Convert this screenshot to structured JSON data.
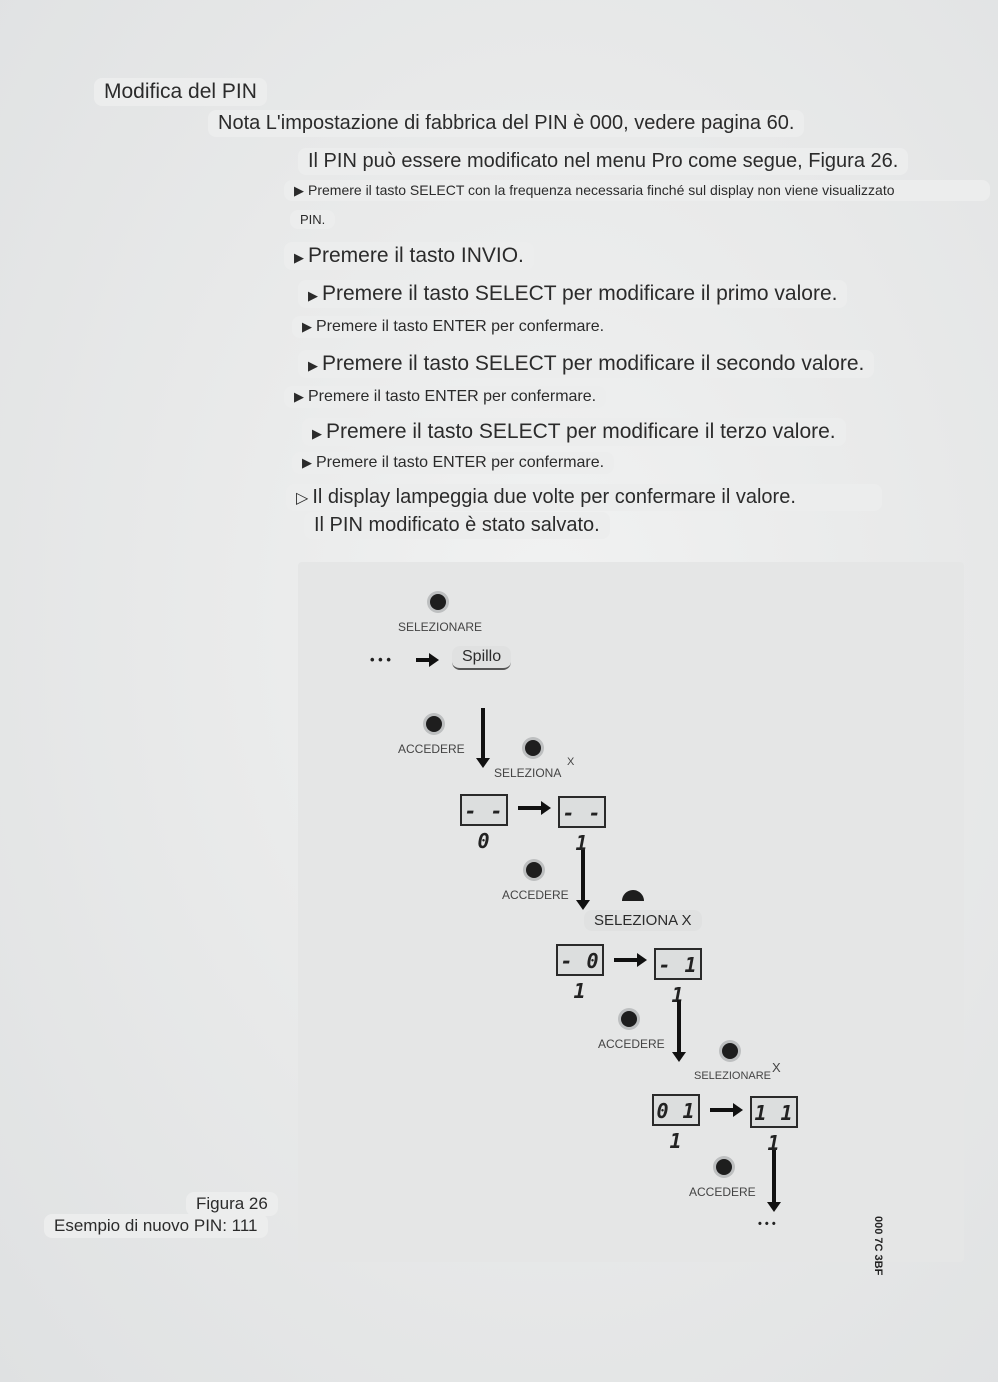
{
  "heading": "Modifica del PIN",
  "note": "Nota L'impostazione di fabbrica del PIN è 000, vedere pagina 60.",
  "intro": "Il PIN può essere modificato nel menu Pro come segue, Figura 26.",
  "steps": {
    "s1a": "Premere il tasto SELECT con la frequenza necessaria finché sul display non viene visualizzato",
    "s1b": "PIN.",
    "s2": "Premere il tasto INVIO.",
    "s3": "Premere il tasto SELECT per modificare il primo valore.",
    "s4": "Premere il tasto ENTER per confermare.",
    "s5": "Premere il tasto SELECT per modificare il secondo valore.",
    "s6": "Premere il tasto ENTER per confermare.",
    "s7": "Premere il tasto SELECT per modificare il terzo valore.",
    "s8": "Premere il tasto ENTER per confermare.",
    "result1": "Il display lampeggia due volte per confermare il valore.",
    "result2": "Il PIN modificato è stato salvato."
  },
  "diagram": {
    "select1": "SELEZIONARE",
    "dots": "• • •",
    "pin_label": "Spillo",
    "accedere1": "ACCEDERE",
    "seleziona1": "SELEZIONA",
    "x1": "X",
    "disp1_from": "- - 0",
    "disp1_to": "- - 1",
    "accedere2": "ACCEDERE",
    "seleziona2": "SELEZIONA X",
    "disp2_from": "- 0 1",
    "disp2_to": "- 1 1",
    "accedere3": "ACCEDERE",
    "selezionare3": "SELEZIONARE",
    "x3": "X",
    "disp3_from": "0 1 1",
    "disp3_to": "1 1 1",
    "accedere4": "ACCEDERE",
    "dots_end": "• • •",
    "side_code": "000 7C 3BF"
  },
  "figure": {
    "number": "Figura 26",
    "caption": "Esempio di nuovo PIN: 111"
  }
}
